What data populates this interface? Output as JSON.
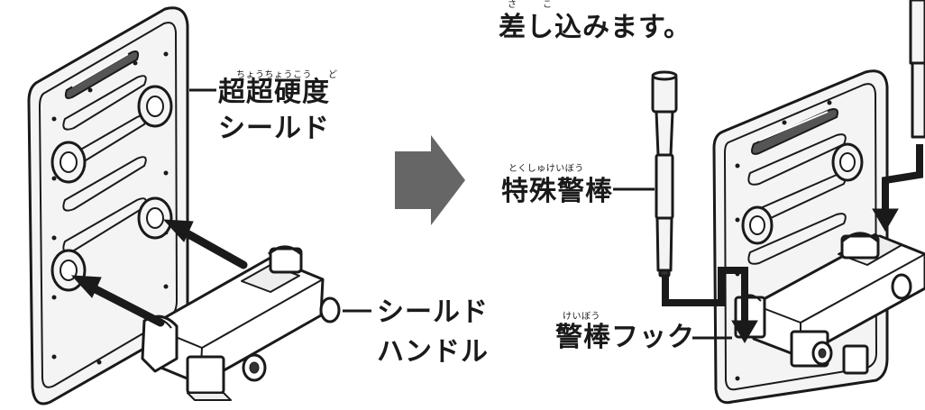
{
  "instruction": {
    "text": "差し込みます。",
    "ruby_sa": "さ",
    "ruby_ko": "こ"
  },
  "labels": {
    "shield_line1": "超超硬度",
    "shield_line2": "シールド",
    "shield_ruby_a": "ちょうちょうこう",
    "shield_ruby_b": "ど",
    "handle_line1": "シールド",
    "handle_line2": "ハンドル",
    "baton": "特殊警棒",
    "baton_ruby": "とくしゅけいぼう",
    "hook": "警棒フック",
    "hook_ruby": "けいぼう"
  },
  "icons": {
    "step_arrow": "right-arrow-icon"
  },
  "colors": {
    "line": "#1a1a1a",
    "arrow_gray": "#666666",
    "panel_fill": "#f4f4f4"
  }
}
